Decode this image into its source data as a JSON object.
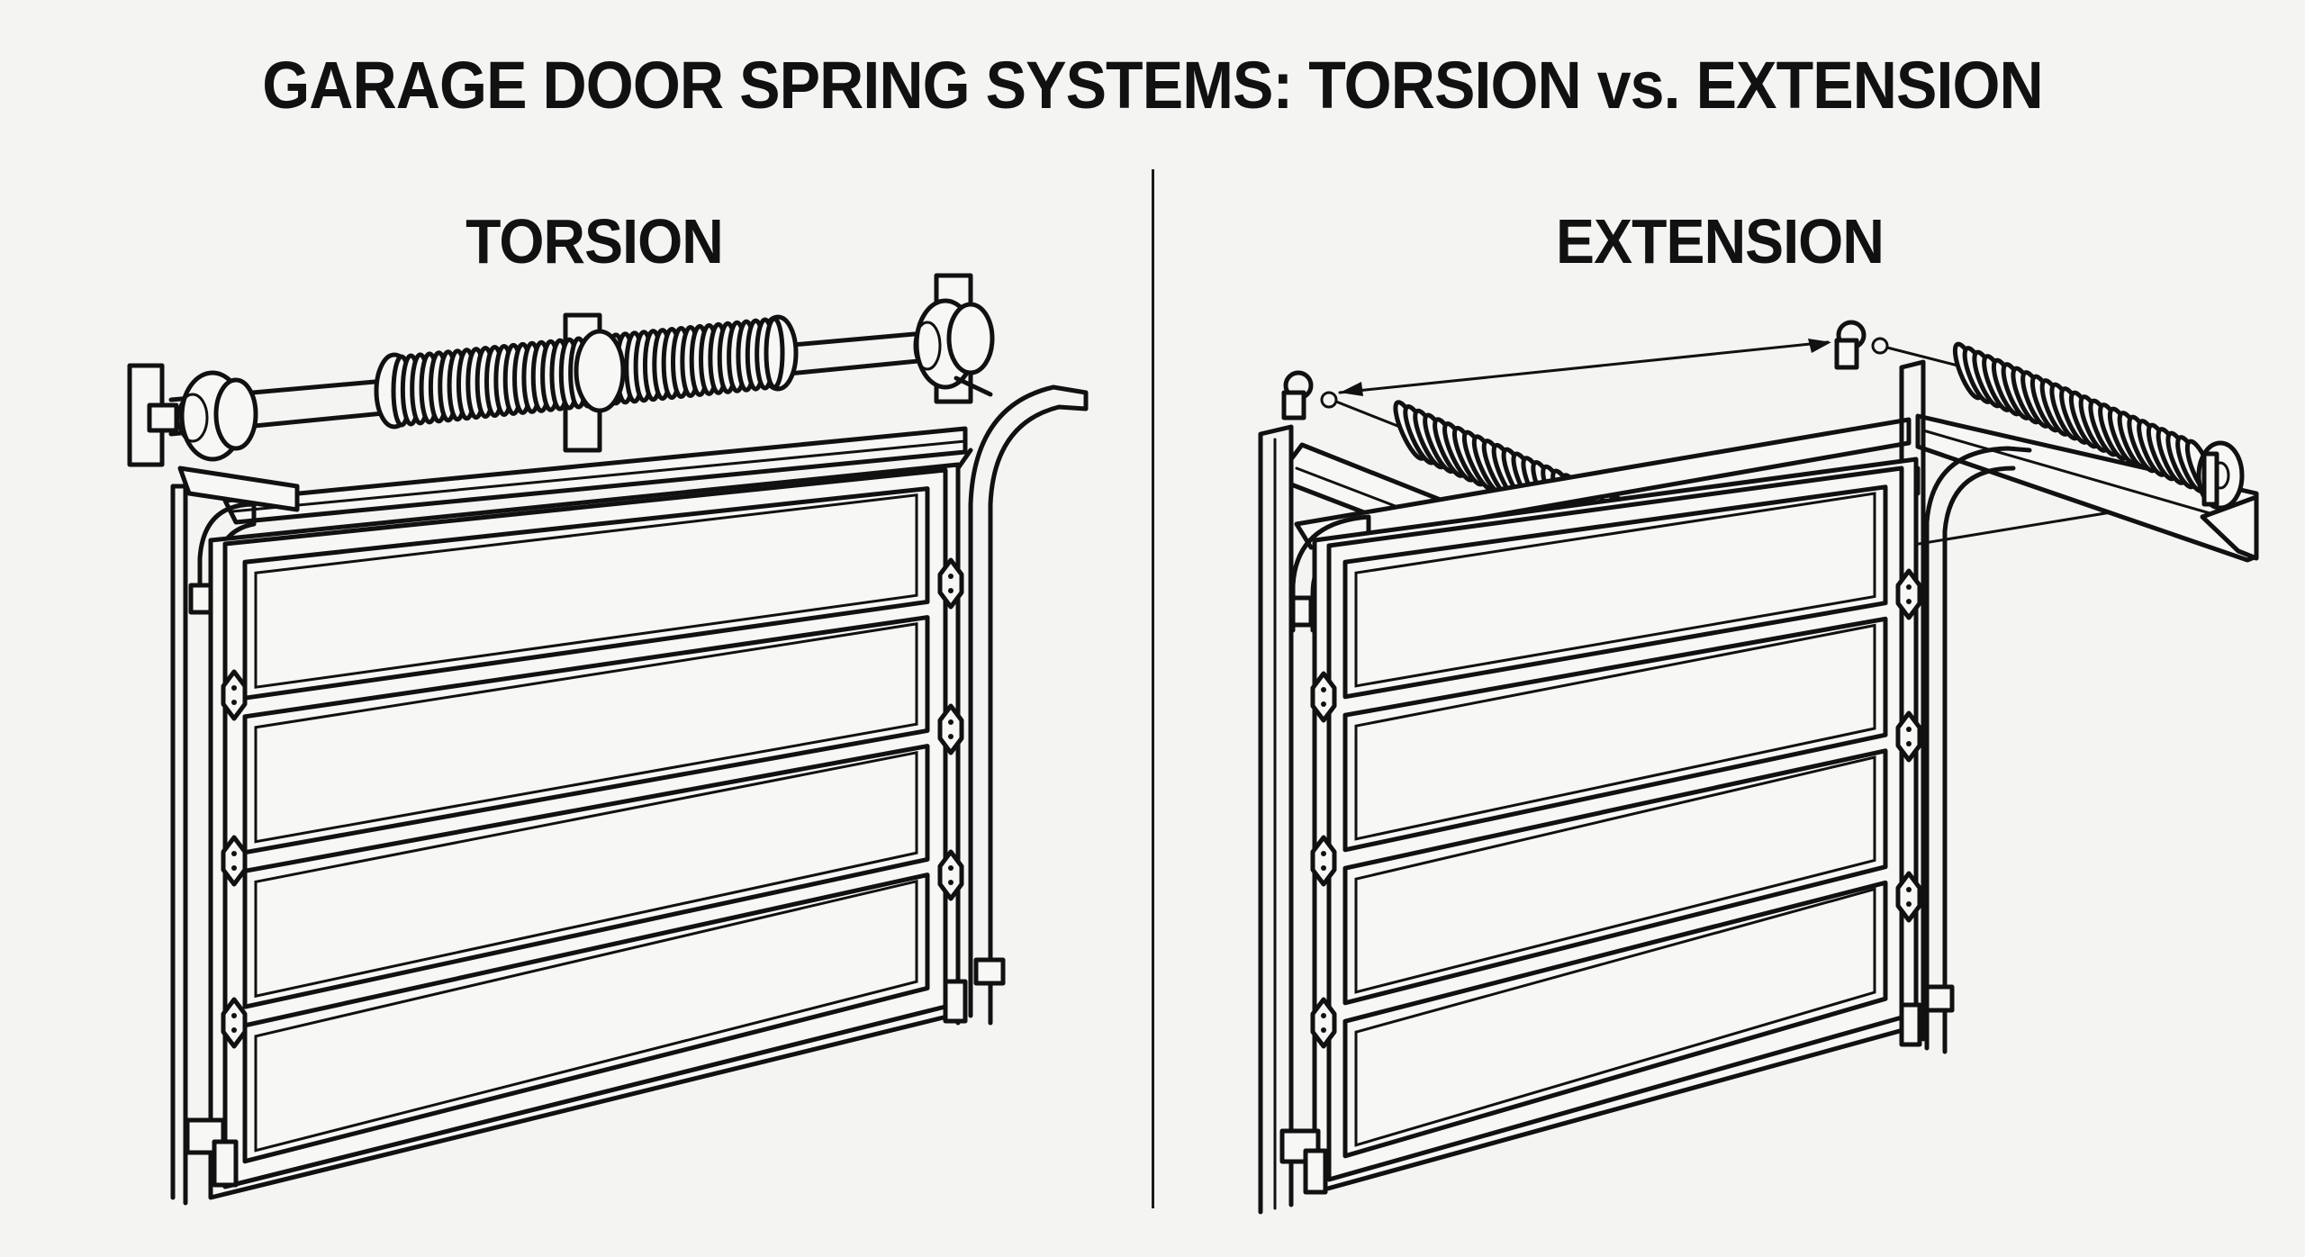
{
  "title": "GARAGE DOOR SPRING SYSTEMS: TORSION vs. EXTENSION",
  "panels": [
    {
      "id": "torsion",
      "label": "TORSION"
    },
    {
      "id": "extension",
      "label": "EXTENSION"
    }
  ],
  "colors": {
    "background": "#f4f4f2",
    "ink": "#111111"
  }
}
